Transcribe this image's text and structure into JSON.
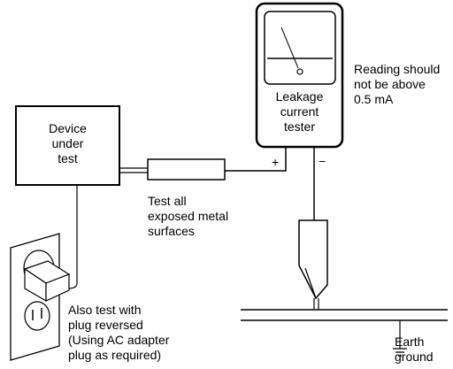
{
  "labels": {
    "device": "Device\nunder\ntest",
    "tester": "Leakage\ncurrent\ntester",
    "reading_note": "Reading should\nnot be above\n0.5 mA",
    "test_surfaces": "Test all\nexposed metal\nsurfaces",
    "plug_note": "Also test with\nplug reversed\n(Using AC adapter\nplug as required)",
    "earth": "Earth\nground",
    "plus": "+",
    "minus": "−"
  }
}
